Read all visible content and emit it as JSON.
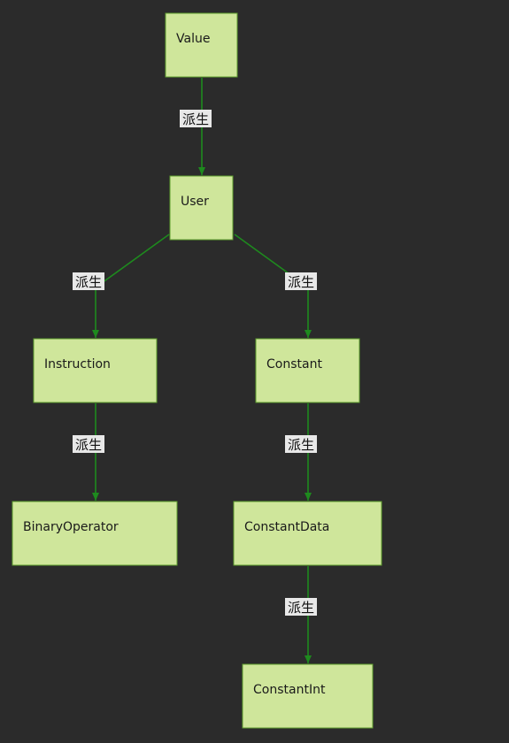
{
  "nodes": {
    "value": "Value",
    "user": "User",
    "instruction": "Instruction",
    "constant": "Constant",
    "binary_operator": "BinaryOperator",
    "constant_data": "ConstantData",
    "constant_int": "ConstantInt"
  },
  "edges": {
    "value_to_user": "派生",
    "user_to_instruction": "派生",
    "user_to_constant": "派生",
    "instruction_to_binary_operator": "派生",
    "constant_to_constant_data": "派生",
    "constant_data_to_constant_int": "派生"
  },
  "colors": {
    "background": "#2b2b2b",
    "node_fill": "#cfe69b",
    "node_border": "#5c9e2c",
    "edge": "#1e8a1e",
    "edge_label_bg": "#e8e8e8"
  }
}
